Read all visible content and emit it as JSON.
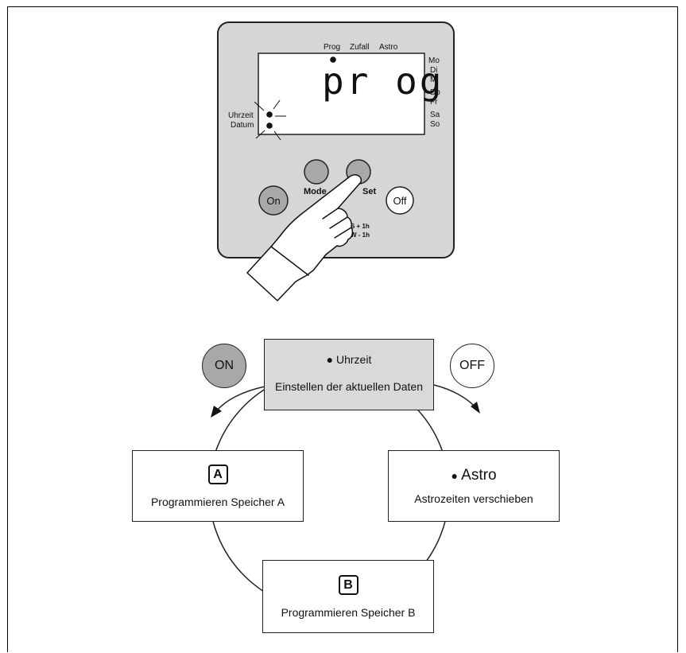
{
  "device": {
    "top_labels": {
      "prog": "Prog",
      "zufall": "Zufall",
      "astro": "Astro"
    },
    "display_text": "pr og",
    "days": [
      "Mo",
      "Di",
      "Mi",
      "Do",
      "Fr",
      "Sa",
      "So"
    ],
    "left_labels": {
      "time": "Uhrzeit",
      "date": "Datum"
    },
    "buttons": {
      "on": "On",
      "mode": "Mode",
      "set": "Set",
      "off": "Off"
    },
    "dst_labels": {
      "summer": "S + 1h",
      "winter": "W - 1h"
    }
  },
  "cycle": {
    "on_label": "ON",
    "off_label": "OFF",
    "top_box": {
      "title": "Uhrzeit",
      "subtitle": "Einstellen der aktuellen Daten"
    },
    "left_box": {
      "badge": "A",
      "subtitle": "Programmieren Speicher A"
    },
    "right_box": {
      "title": "Astro",
      "subtitle": "Astrozeiten verschieben"
    },
    "bottom_box": {
      "badge": "B",
      "subtitle": "Programmieren Speicher B"
    }
  },
  "colors": {
    "panel": "#d6d6d6",
    "lcd": "#ffffff",
    "button_grey": "#a8a8a8",
    "active_box": "#d9d9d9"
  }
}
